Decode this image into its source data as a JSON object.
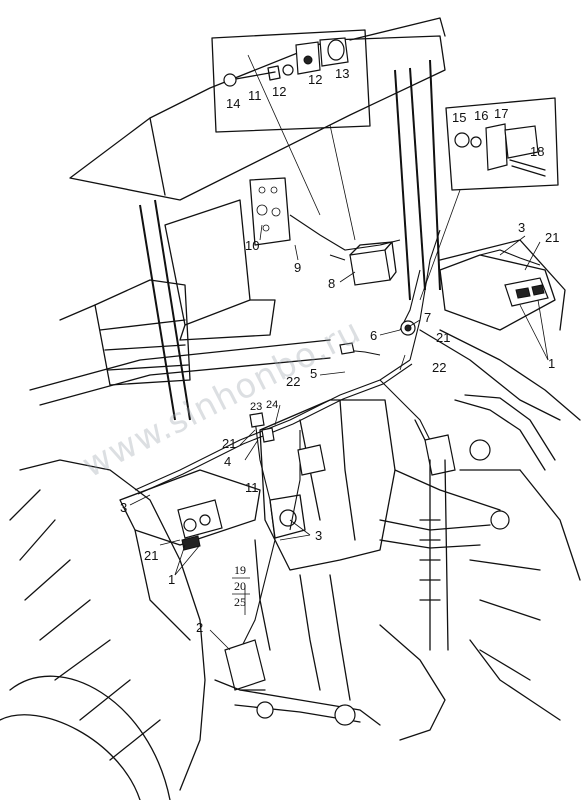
{
  "watermark": "www.sinhonbo.ru",
  "callouts": {
    "c14": "14",
    "c11_top": "11",
    "c12_a": "12",
    "c12_b": "12",
    "c13": "13",
    "c15": "15",
    "c16": "16",
    "c17": "17",
    "c18": "18",
    "c10": "10",
    "c9": "9",
    "c8": "8",
    "c3_right": "3",
    "c21_right": "21",
    "c7": "7",
    "c6": "6",
    "c21_mid": "21",
    "c22_right": "22",
    "c1_right": "1",
    "c5": "5",
    "c22_mid": "22",
    "c23": "23",
    "c24": "24",
    "c21_left": "21",
    "c4": "4",
    "c11_mid": "11",
    "c3_left": "3",
    "c21_bottom": "21",
    "c1_left": "1",
    "c3_center": "3",
    "c2": "2",
    "frac_19": "19",
    "frac_20": "20",
    "frac_25": "25"
  }
}
